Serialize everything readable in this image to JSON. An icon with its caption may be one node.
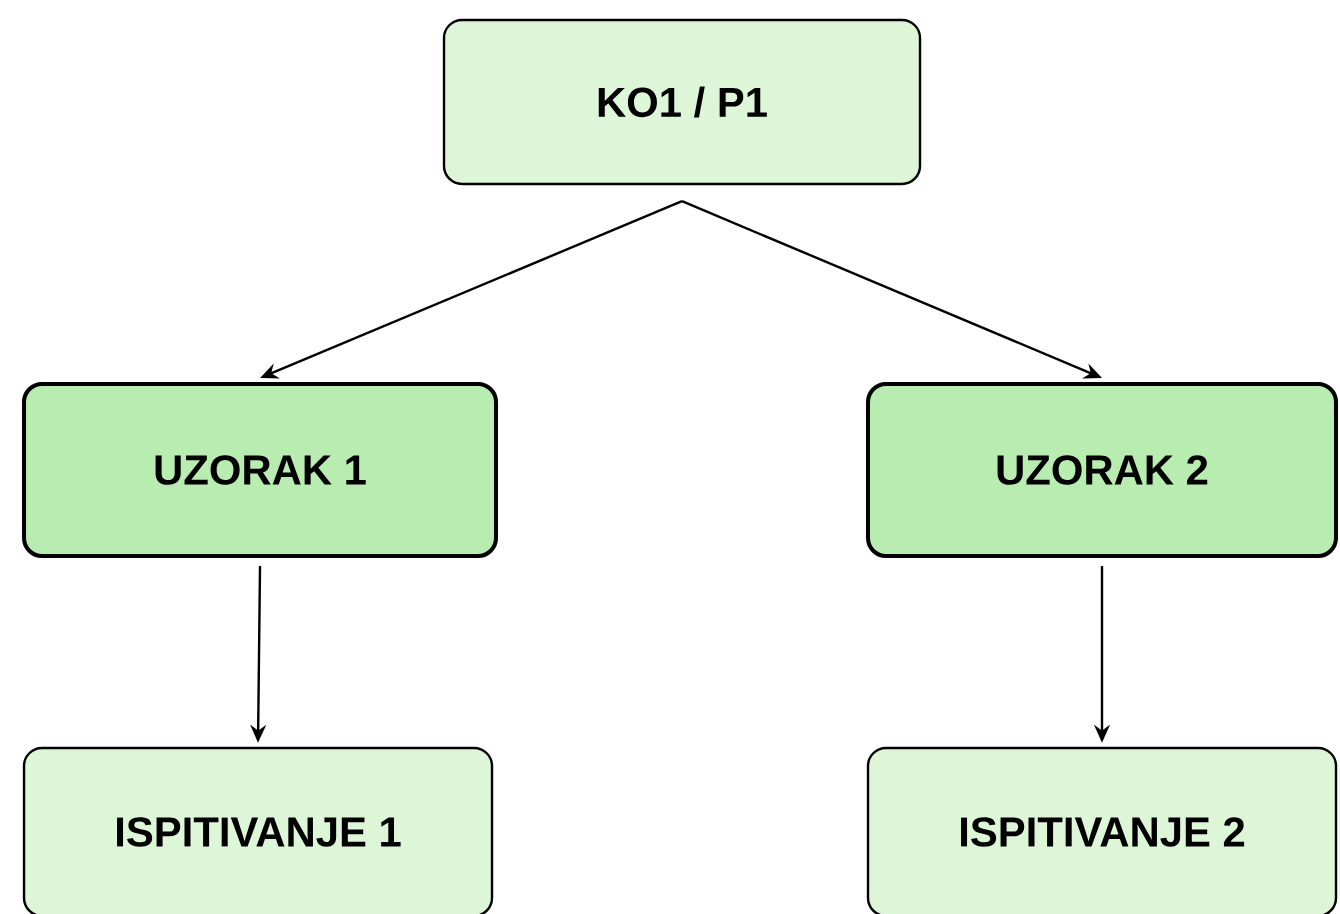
{
  "diagram": {
    "nodes": [
      {
        "text": [
          "KO1 / P1"
        ]
      },
      {
        "text": [
          "UZORAK 1"
        ]
      },
      {
        "text": [
          "UZORAK 2"
        ]
      },
      {
        "text": [
          "ISPITIVANJE 1"
        ]
      },
      {
        "text": [
          "ISPITIVANJE 2"
        ]
      }
    ],
    "edges": [
      {
        "from": 0,
        "to": 1,
        "arrow": "to"
      },
      {
        "from": 0,
        "to": 2,
        "arrow": "to"
      },
      {
        "from": 1,
        "to": 3,
        "arrow": "to"
      },
      {
        "from": 2,
        "to": 4,
        "arrow": "to"
      }
    ]
  }
}
